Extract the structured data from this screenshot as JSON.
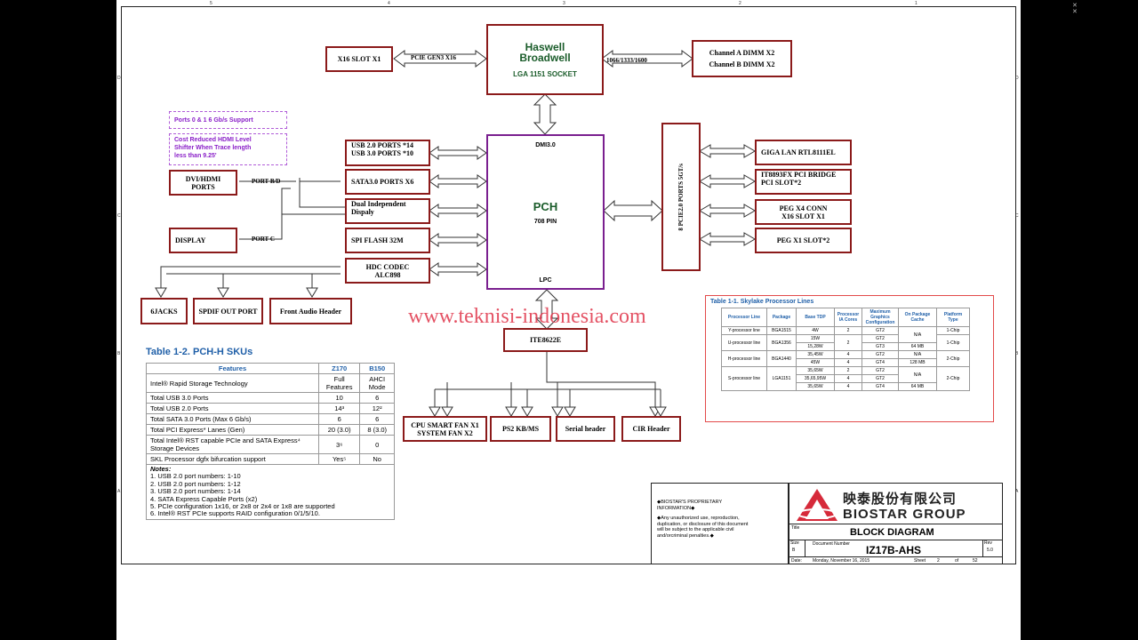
{
  "cpu": {
    "line1": "Haswell",
    "line2": "Broadwell",
    "socket": "LGA 1151 SOCKET"
  },
  "slot_x16": "X16 SLOT X1",
  "pcie_gen3": "PCIE GEN3 X16",
  "mem_speed": "1066/1333/1600",
  "dimm": {
    "a": "Channel A DIMM X2",
    "b": "Channel B DIMM X2"
  },
  "notes_purple": {
    "n1": "Ports 0 & 1 6 Gb/s Support",
    "n2_1": "Cost Reduced HDMI Level",
    "n2_2": "Shifter When Trace length",
    "n2_3": "less than 9.25'"
  },
  "usb": {
    "l1": "USB 2.0 PORTS *14",
    "l2": "USB 3.0 PORTS *10"
  },
  "sata": "SATA3.0 PORTS X6",
  "dual": {
    "l1": "Dual Independent",
    "l2": "Dispaly"
  },
  "spi": "SPI FLASH 32M",
  "hdc": {
    "l1": "HDC CODEC",
    "l2": "ALC898"
  },
  "dvi": {
    "l1": "DVI/HDMI",
    "l2": "PORTS"
  },
  "display": "DISPLAY",
  "port_bd": "PORT B/D",
  "port_c": "PORT C",
  "pch": {
    "dmi": "DMI3.0",
    "name": "PCH",
    "pins": "708 PIN",
    "lpc": "LPC"
  },
  "pcie_bus": "8 PCIE2.0 PORTS 5GT/s",
  "lan": "GIGA LAN RTL8111EL",
  "ite_bridge": {
    "l1": "IT8893FX PCI BRIDGE",
    "l2": "PCI SLOT*2"
  },
  "peg": {
    "l1": "PEG X4 CONN",
    "l2": "X16 SLOT X1"
  },
  "peg1": "PEG X1 SLOT*2",
  "jacks": "6JACKS",
  "spdif": "SPDIF OUT PORT",
  "front_audio": "Front Audio Header",
  "ite_sio": "ITE8622E",
  "fan": {
    "l1": "CPU SMART FAN X1",
    "l2": "SYSTEM FAN X2"
  },
  "ps2": "PS2 KB/MS",
  "serial": "Serial header",
  "cir": "CIR Header",
  "watermark": "www.teknisi-indonesia.com",
  "sku_table": {
    "title": "Table 1-2.      PCH-H SKUs",
    "headers": [
      "Features",
      "Z170",
      "B150"
    ],
    "rows": [
      [
        "Intel® Rapid Storage Technology",
        "Full Features",
        "AHCI Mode"
      ],
      [
        "Total USB 3.0 Ports",
        "10",
        "6"
      ],
      [
        "Total USB 2.0 Ports",
        "14³",
        "12²"
      ],
      [
        "Total SATA 3.0 Ports (Max 6 Gb/s)",
        "6",
        "6"
      ],
      [
        "Total PCI Express* Lanes (Gen)",
        "20 (3.0)",
        "8 (3.0)"
      ],
      [
        "Total Intel® RST capable PCIe and SATA Express⁴ Storage Devices",
        "3⁶",
        "0"
      ],
      [
        "SKL Processor dgfx bifurcation support",
        "Yes⁵",
        "No"
      ]
    ],
    "notes_title": "Notes:",
    "notes": [
      "1.    USB 2.0 port numbers: 1-10",
      "2.    USB 2.0 port numbers: 1-12",
      "3.    USB 2.0 port numbers: 1-14",
      "4.    SATA Express Capable Ports (x2)",
      "5.    PCIe configuration 1x16, or 2x8 or 2x4 or 1x8 are supported",
      "6.    Intel® RST PCIe supports RAID configuration 0/1/5/10."
    ]
  },
  "skl_table": {
    "title": "Table 1-1.     Skylake Processor Lines",
    "headers": [
      "Processor Line",
      "Package",
      "Base TDP",
      "Processor IA Cores",
      "Maximum Graphics Configuration",
      "On Package Cache",
      "Platform Type"
    ],
    "rows": [
      [
        "Y-processor line",
        "BGA1515",
        "4W",
        "2",
        "GT2",
        "N/A",
        "1-Chip"
      ],
      [
        "U-processor line",
        "BGA1356",
        "15W",
        "2",
        "GT2",
        "",
        "1-Chip"
      ],
      [
        "",
        "",
        "15,28W",
        "",
        "GT3",
        "64 MB",
        ""
      ],
      [
        "H-processor line",
        "BGA1440",
        "35,45W",
        "4",
        "GT2",
        "N/A",
        "2-Chip"
      ],
      [
        "",
        "",
        "45W",
        "4",
        "GT4",
        "128 MB",
        ""
      ],
      [
        "S-processor line",
        "LGA1151",
        "35,65W",
        "2",
        "GT2",
        "N/A",
        "2-Chip"
      ],
      [
        "",
        "",
        "35,65,95W",
        "4",
        "GT2",
        "",
        ""
      ],
      [
        "",
        "",
        "35,65W",
        "4",
        "GT4",
        "64 MB",
        ""
      ]
    ]
  },
  "proprietary": {
    "l1": "◆BIOSTAR'S PROPRIETARY",
    "l2": "INFORMATION◆",
    "l3": "◆Any unauthorized use, reproduction,",
    "l4": "duplication, or disclosure of this document",
    "l5": "will be subject to the applicable civil",
    "l6": "and/orcriminal penalties.◆"
  },
  "titleblock": {
    "company_cn": "映泰股份有限公司",
    "company_en": "BIOSTAR GROUP",
    "title_label": "Title",
    "title": "BLOCK DIAGRAM",
    "size_label": "Size",
    "size": "B",
    "docnum_label": "Document Number",
    "docnum": "IZ17B-AHS",
    "rev_label": "Rev",
    "rev": "5.0",
    "date_label": "Date:",
    "date": "Monday, November 16, 2015",
    "sheet_label": "Sheet",
    "sheet": "2",
    "of_label": "of",
    "total": "52"
  },
  "border_ticks": {
    "top": [
      "5",
      "4",
      "3",
      "2",
      "1"
    ],
    "side": [
      "D",
      "C",
      "B",
      "A"
    ]
  },
  "colors": {
    "block_border": "#8b1a1a",
    "pch_border": "#7a1f8f",
    "note": "#8a20c8",
    "table_title": "#1f5fa8",
    "watermark": "#e0354a"
  }
}
